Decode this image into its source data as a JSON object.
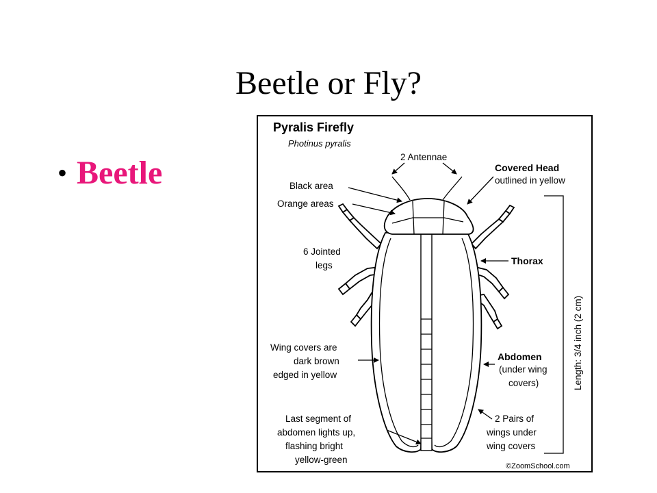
{
  "slide": {
    "title": "Beetle or Fly?",
    "bullet": "Beetle",
    "bullet_color": "#e8177a"
  },
  "diagram": {
    "title": "Pyralis Firefly",
    "subtitle": "Photinus pyralis",
    "labels": {
      "antennae": "2 Antennae",
      "covered_head": "Covered Head",
      "covered_head_note": "outlined in yellow",
      "black_area": "Black area",
      "orange_areas": "Orange areas",
      "legs_line1": "6 Jointed",
      "legs_line2": "legs",
      "thorax": "Thorax",
      "length": "Length: 3/4 inch (2 cm)",
      "wing_covers_line1": "Wing covers are",
      "wing_covers_line2": "dark brown",
      "wing_covers_line3": "edged in yellow",
      "abdomen": "Abdomen",
      "abdomen_note_line1": "(under wing",
      "abdomen_note_line2": "covers)",
      "last_segment_line1": "Last segment of",
      "last_segment_line2": "abdomen lights up,",
      "last_segment_line3": "flashing  bright",
      "last_segment_line4": "yellow-green",
      "wings_line1": "2 Pairs of",
      "wings_line2": "wings under",
      "wings_line3": "wing covers",
      "credit": "©ZoomSchool.com"
    }
  }
}
